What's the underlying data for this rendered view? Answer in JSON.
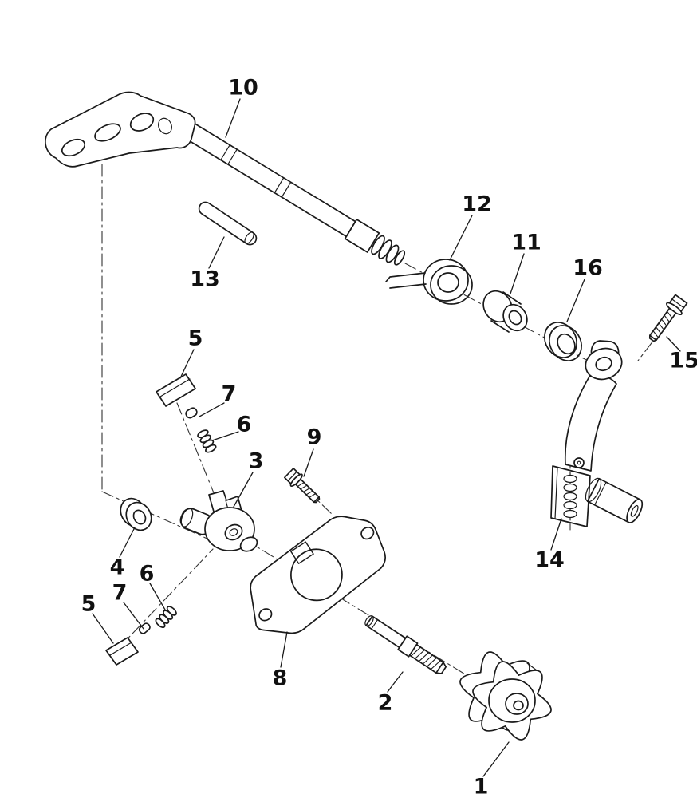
{
  "diagram": {
    "background_color": "#ffffff",
    "line_color": "#1a1a1a",
    "callouts": [
      {
        "id": "callout-10",
        "text": "10"
      },
      {
        "id": "callout-13",
        "text": "13"
      },
      {
        "id": "callout-12",
        "text": "12"
      },
      {
        "id": "callout-11",
        "text": "11"
      },
      {
        "id": "callout-16",
        "text": "16"
      },
      {
        "id": "callout-15",
        "text": "15"
      },
      {
        "id": "callout-5-upper",
        "text": "5"
      },
      {
        "id": "callout-7-upper",
        "text": "7"
      },
      {
        "id": "callout-6-upper",
        "text": "6"
      },
      {
        "id": "callout-3",
        "text": "3"
      },
      {
        "id": "callout-9",
        "text": "9"
      },
      {
        "id": "callout-4",
        "text": "4"
      },
      {
        "id": "callout-6-lower",
        "text": "6"
      },
      {
        "id": "callout-7-lower",
        "text": "7"
      },
      {
        "id": "callout-5-lower",
        "text": "5"
      },
      {
        "id": "callout-8",
        "text": "8"
      },
      {
        "id": "callout-2",
        "text": "2"
      },
      {
        "id": "callout-14",
        "text": "14"
      },
      {
        "id": "callout-1",
        "text": "1"
      }
    ]
  }
}
